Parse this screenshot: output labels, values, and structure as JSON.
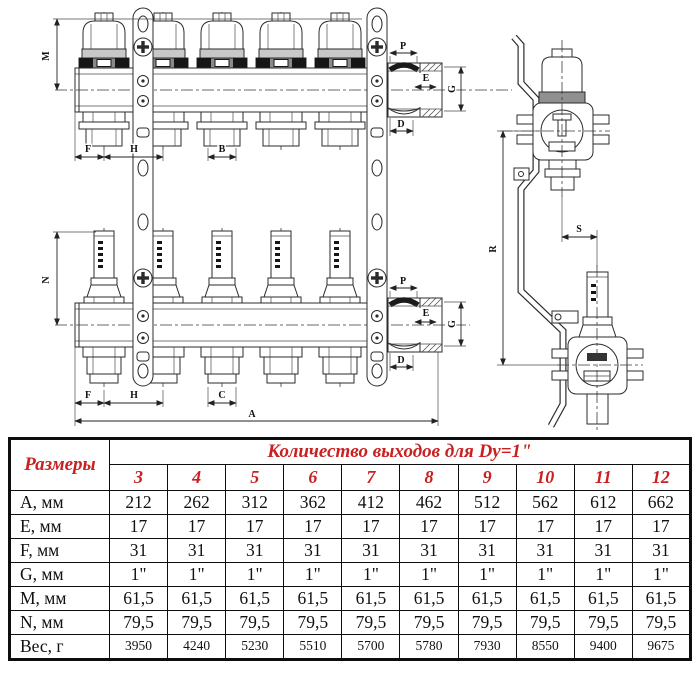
{
  "drawing": {
    "labels": {
      "M": "M",
      "N": "N",
      "F": "F",
      "H": "H",
      "B": "B",
      "C": "C",
      "A": "A",
      "P": "P",
      "E": "E",
      "G": "G",
      "D": "D",
      "S": "S",
      "R": "R"
    },
    "colors": {
      "line": "#2b2b2b",
      "cap_base_dark": "#161616",
      "cap_base_gray": "#8a8a8a",
      "collar_gray": "#c8c8c8",
      "side_collar_gray": "#909090"
    }
  },
  "table": {
    "accent_color": "#c92121",
    "corner_label": "Размеры",
    "group_header": "Количество выходов для Dy=1\"",
    "outlet_counts": [
      "3",
      "4",
      "5",
      "6",
      "7",
      "8",
      "9",
      "10",
      "11",
      "12"
    ],
    "rows": [
      {
        "label": "A, мм",
        "values": [
          "212",
          "262",
          "312",
          "362",
          "412",
          "462",
          "512",
          "562",
          "612",
          "662"
        ]
      },
      {
        "label": "E, мм",
        "values": [
          "17",
          "17",
          "17",
          "17",
          "17",
          "17",
          "17",
          "17",
          "17",
          "17"
        ]
      },
      {
        "label": "F, мм",
        "values": [
          "31",
          "31",
          "31",
          "31",
          "31",
          "31",
          "31",
          "31",
          "31",
          "31"
        ]
      },
      {
        "label": "G, мм",
        "values": [
          "1\"",
          "1\"",
          "1\"",
          "1\"",
          "1\"",
          "1\"",
          "1\"",
          "1\"",
          "1\"",
          "1\""
        ]
      },
      {
        "label": "M, мм",
        "values": [
          "61,5",
          "61,5",
          "61,5",
          "61,5",
          "61,5",
          "61,5",
          "61,5",
          "61,5",
          "61,5",
          "61,5"
        ]
      },
      {
        "label": "N, мм",
        "values": [
          "79,5",
          "79,5",
          "79,5",
          "79,5",
          "79,5",
          "79,5",
          "79,5",
          "79,5",
          "79,5",
          "79,5"
        ]
      },
      {
        "label": "Вес, г",
        "values": [
          "3950",
          "4240",
          "5230",
          "5510",
          "5700",
          "5780",
          "7930",
          "8550",
          "9400",
          "9675"
        ],
        "small": true
      }
    ]
  }
}
